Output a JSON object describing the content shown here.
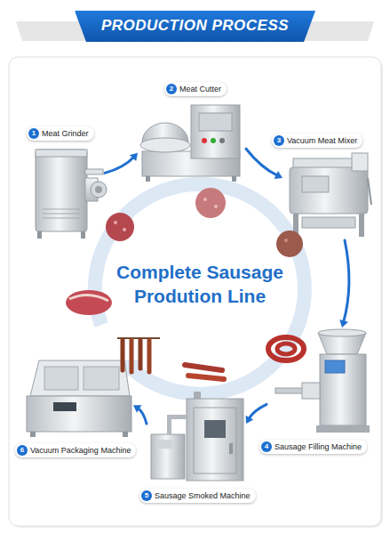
{
  "diagram": {
    "title": "PRODUCTION PROCESS",
    "nodes": [
      {
        "text": [
          "1",
          "Meat Grinder"
        ]
      },
      {
        "text": [
          "2",
          "Meat Cutter"
        ]
      },
      {
        "text": [
          "3",
          "Vacuum Meat Mixer"
        ]
      },
      {
        "text": [
          "4",
          "Sausage Filling Machine"
        ]
      },
      {
        "text": [
          "5",
          "Sausage Smoked Machine"
        ]
      },
      {
        "text": [
          "6",
          "Vacuum Packaging Machine"
        ]
      }
    ],
    "edges": [
      {
        "from": 0,
        "to": 1,
        "arrow": "to"
      },
      {
        "from": 1,
        "to": 2,
        "arrow": "to"
      },
      {
        "from": 2,
        "to": 3,
        "arrow": "to"
      },
      {
        "from": 3,
        "to": 4,
        "arrow": "to"
      },
      {
        "from": 4,
        "to": 5,
        "arrow": "to"
      }
    ],
    "labels": [
      "Complete Sausage Prodution Line"
    ]
  }
}
